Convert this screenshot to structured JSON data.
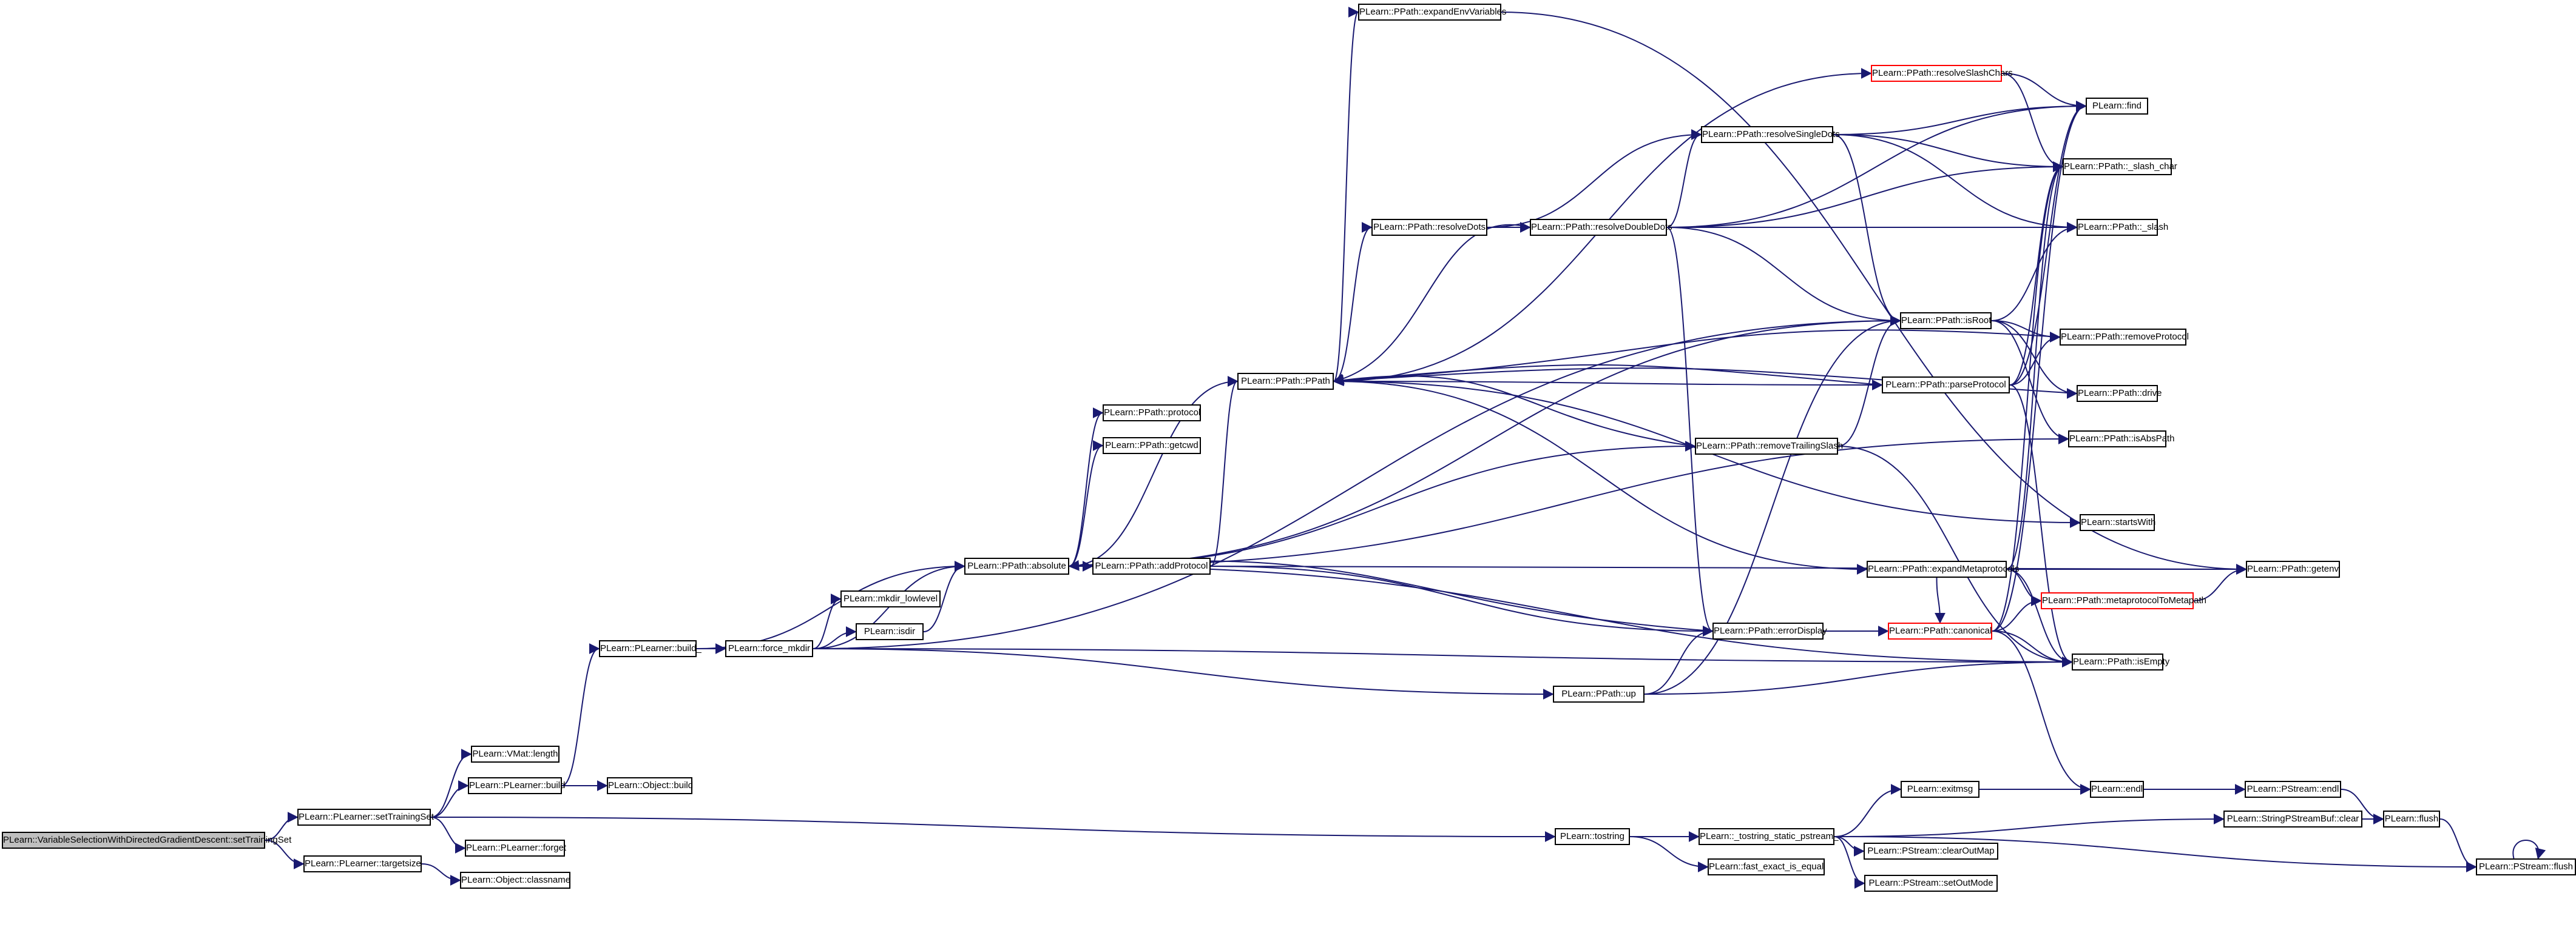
{
  "colors": {
    "edge": "#191970",
    "node_border": "#000000",
    "truncated_border": "#ff0000",
    "root_fill": "#bfbfbf",
    "background": "#ffffff"
  },
  "nodes": {
    "root": "PLearn::VariableSelectionWithDirectedGradientDescent::setTrainingSet",
    "setTrainingSet": "PLearn::PLearner::setTrainingSet",
    "targetsize": "PLearn::PLearner::targetsize",
    "vmatLength": "PLearn::VMat::length",
    "plearnerBuild": "PLearn::PLearner::build",
    "plearnerForget": "PLearn::PLearner::forget",
    "classname": "PLearn::Object::classname",
    "plearnerBuildPriv": "PLearn::PLearner::build_",
    "objectBuild": "PLearn::Object::build",
    "forceMkdir": "PLearn::force_mkdir",
    "mkdirLowlevel": "PLearn::mkdir_lowlevel",
    "isdir": "PLearn::isdir",
    "absolute": "PLearn::PPath::absolute",
    "protocol": "PLearn::PPath::protocol",
    "getcwd": "PLearn::PPath::getcwd",
    "ppath": "PLearn::PPath::PPath",
    "addProtocol": "PLearn::PPath::addProtocol",
    "expandEnvVariables": "PLearn::PPath::expandEnvVariables",
    "resolveDots": "PLearn::PPath::resolveDots",
    "resolveDoubleDots": "PLearn::PPath::resolveDoubleDots",
    "resolveSingleDots": "PLearn::PPath::resolveSingleDots",
    "resolveSlashChars": "PLearn::PPath::resolveSlashChars",
    "find": "PLearn::find",
    "slashChar": "PLearn::PPath::_slash_char",
    "slash": "PLearn::PPath::_slash",
    "isRoot": "PLearn::PPath::isRoot",
    "removeProtocol": "PLearn::PPath::removeProtocol",
    "parseProtocol": "PLearn::PPath::parseProtocol",
    "drive": "PLearn::PPath::drive",
    "isAbsPath": "PLearn::PPath::isAbsPath",
    "removeTrailingSlash": "PLearn::PPath::removeTrailingSlash",
    "startsWith": "PLearn::startsWith",
    "expandMetaprotocols": "PLearn::PPath::expandMetaprotocols",
    "getenv": "PLearn::PPath::getenv",
    "metaprotocolToMetapath": "PLearn::PPath::metaprotocolToMetapath",
    "errorDisplay": "PLearn::PPath::errorDisplay",
    "canonical": "PLearn::PPath::canonical",
    "isEmpty": "PLearn::PPath::isEmpty",
    "up": "PLearn::PPath::up",
    "exitmsg": "PLearn::exitmsg",
    "endl": "PLearn::endl",
    "pstreamEndl": "PLearn::PStream::endl",
    "tostring": "PLearn::tostring",
    "tostringStatic": "PLearn::_tostring_static_pstream_",
    "stringBufClear": "PLearn::StringPStreamBuf::clear",
    "flush": "PLearn::flush",
    "fastExactIsEqual": "PLearn::fast_exact_is_equal",
    "clearOutMap": "PLearn::PStream::clearOutMap",
    "setOutMode": "PLearn::PStream::setOutMode",
    "pstreamFlush": "PLearn::PStream::flush"
  }
}
